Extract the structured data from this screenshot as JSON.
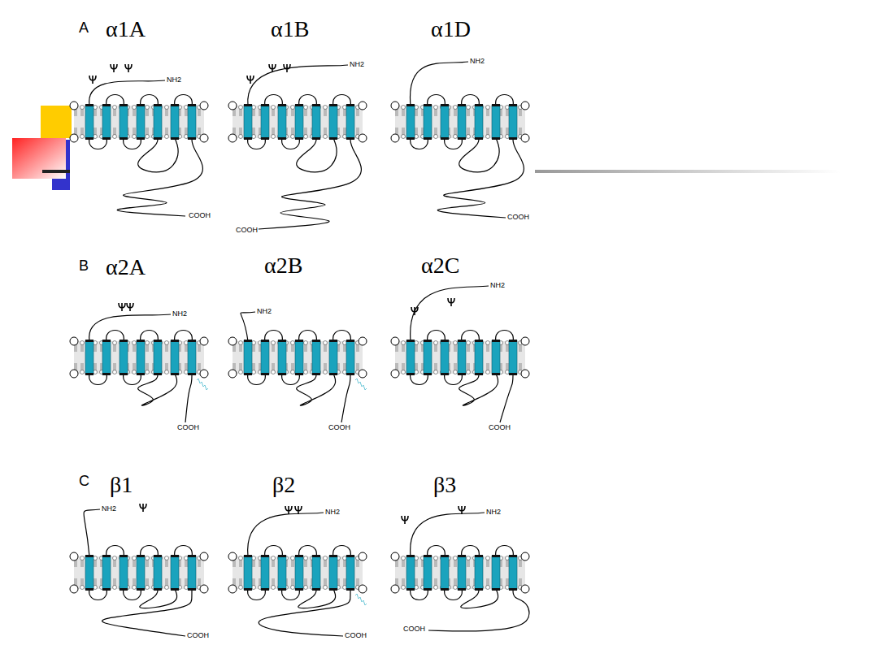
{
  "diagram": {
    "labels": [
      "A",
      "α1A",
      "NH2",
      "COOH",
      "α1B",
      "NH2",
      "COOH",
      "α1D",
      "NH2",
      "COOH",
      "B",
      "α2A",
      "NH2",
      "COOH",
      "α2B",
      "NH2",
      "COOH",
      "α2C",
      "NH2",
      "COOH",
      "C",
      "β1",
      "NH2",
      "COOH",
      "β2",
      "NH2",
      "COOH",
      "β3",
      "NH2",
      "COOH"
    ]
  }
}
